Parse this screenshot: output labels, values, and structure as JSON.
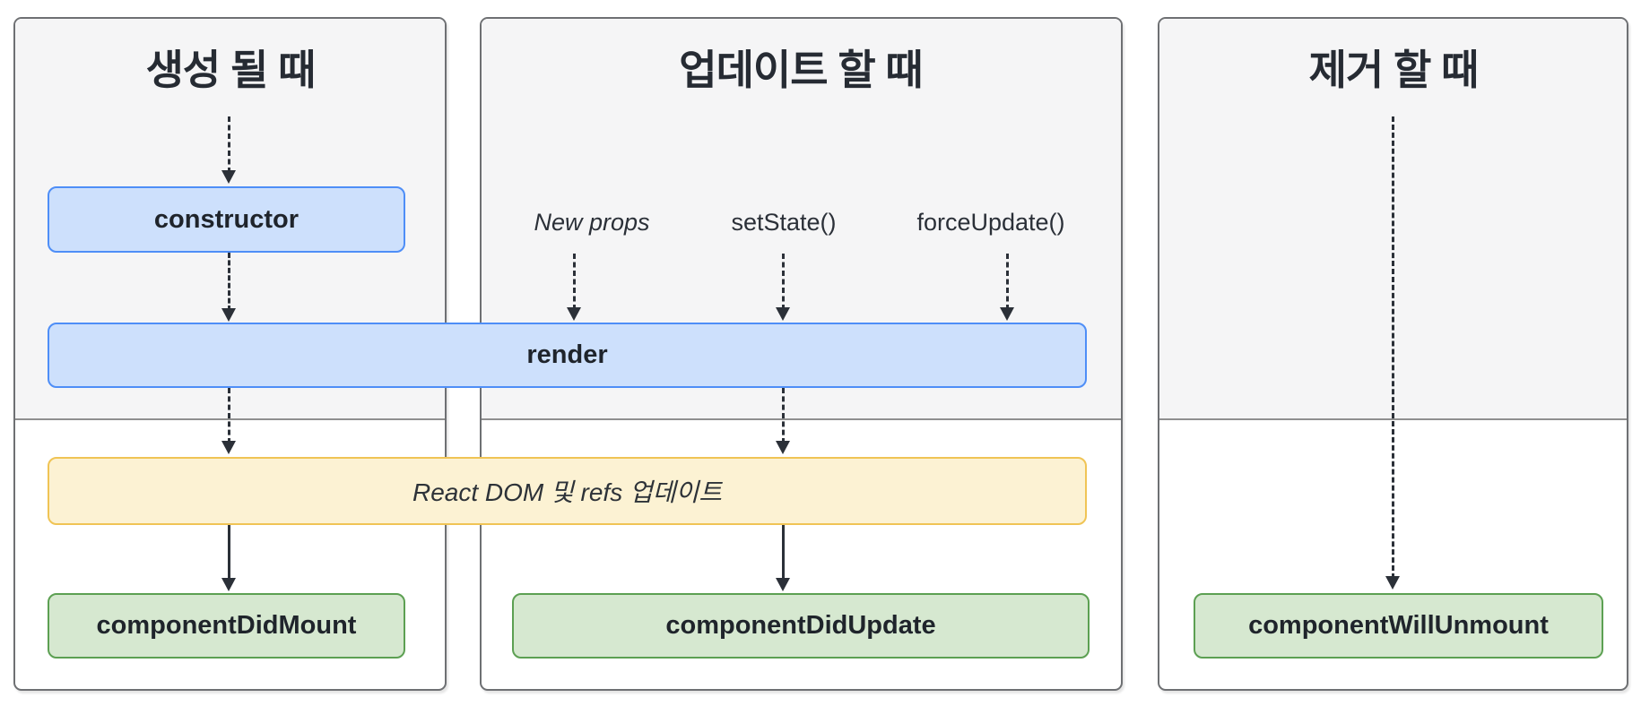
{
  "columns": {
    "mount": {
      "title": "생성 될 때"
    },
    "update": {
      "title": "업데이트 할 때"
    },
    "unmount": {
      "title": "제거 할 때"
    }
  },
  "nodes": {
    "constructor": {
      "label": "constructor"
    },
    "render": {
      "label": "render"
    },
    "react_dom_update": {
      "label": "React DOM 및 refs 업데이트"
    },
    "component_did_mount": {
      "label": "componentDidMount"
    },
    "component_did_update": {
      "label": "componentDidUpdate"
    },
    "component_will_unmount": {
      "label": "componentWillUnmount"
    }
  },
  "update_triggers": {
    "new_props": {
      "label": "New props"
    },
    "set_state": {
      "label": "setState()"
    },
    "force_update": {
      "label": "forceUpdate()"
    }
  },
  "colors": {
    "panel_bg_top": "#f5f5f6",
    "panel_bg_bottom": "#ffffff",
    "panel_border": "#6e7073",
    "divider": "#8f8f8f",
    "blue_fill": "#cde0fc",
    "blue_border": "#4e8ef7",
    "yellow_fill": "#fcf2d3",
    "yellow_border": "#f0c455",
    "green_fill": "#d6e8d0",
    "green_border": "#5ca052",
    "arrow": "#2b3038",
    "text": "#22262d"
  }
}
